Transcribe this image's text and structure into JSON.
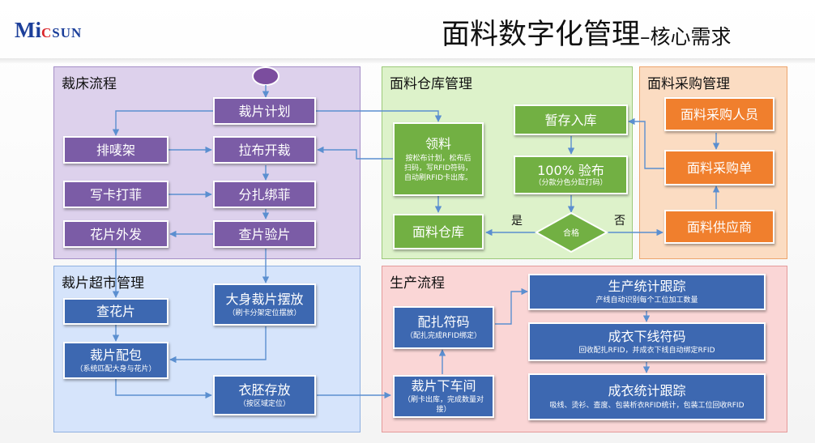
{
  "logo": {
    "mi": "Mi",
    "c": "C",
    "rest": "SUN"
  },
  "title": {
    "main": "面料数字化管理",
    "sub": "–核心需求"
  },
  "panels": {
    "cutting": "裁床流程",
    "warehouse": "面料仓库管理",
    "purchase": "面料采购管理",
    "market": "裁片超市管理",
    "production": "生产流程"
  },
  "nodes": {
    "cut_plan": "裁片计划",
    "mark_rack": "排唛架",
    "spread_cut": "拉布开裁",
    "write_card": "写卡打菲",
    "bundle": "分扎绑菲",
    "embroidery_out": "花片外发",
    "inspect_pieces": "查片验片",
    "pick_material": {
      "main": "领料",
      "note": "按松布计划，松布后扫码，写RFID符码，自动刷RFID卡出库。"
    },
    "temp_storage": "暂存入库",
    "inspect_fabric": {
      "main": "100% 验布",
      "note": "（分款分色分缸打码）"
    },
    "qualified": "合格",
    "yes": "是",
    "no": "否",
    "fabric_warehouse": "面料仓库",
    "buyer": "面料采购人员",
    "purchase_order": "面料采购单",
    "supplier": "面料供应商",
    "check_embroidery": "查花片",
    "big_piece_place": {
      "main": "大身裁片摆放",
      "note": "（刷卡分架定位摆放）"
    },
    "kit_pack": {
      "main": "裁片配包",
      "note": "（系统匹配大身与花片）"
    },
    "blank_store": {
      "main": "衣胚存放",
      "note": "（按区域定位）"
    },
    "bundle_code": {
      "main": "配扎符码",
      "note": "（配扎完成RFID绑定）"
    },
    "send_workshop": {
      "main": "裁片下车间",
      "note": "（刷卡出库，完成数量对接）"
    },
    "prod_stats": {
      "main": "生产统计跟踪",
      "note": "产线自动识别每个工位加工数量"
    },
    "garment_offline": {
      "main": "成衣下线符码",
      "note": "回收配扎RFID，并成衣下线自动绑定RFID"
    },
    "garment_stats": {
      "main": "成衣统计跟踪",
      "note": "吸线、烫衫、查度、包装析衣RFID统计，包装工位回收RFID"
    }
  }
}
